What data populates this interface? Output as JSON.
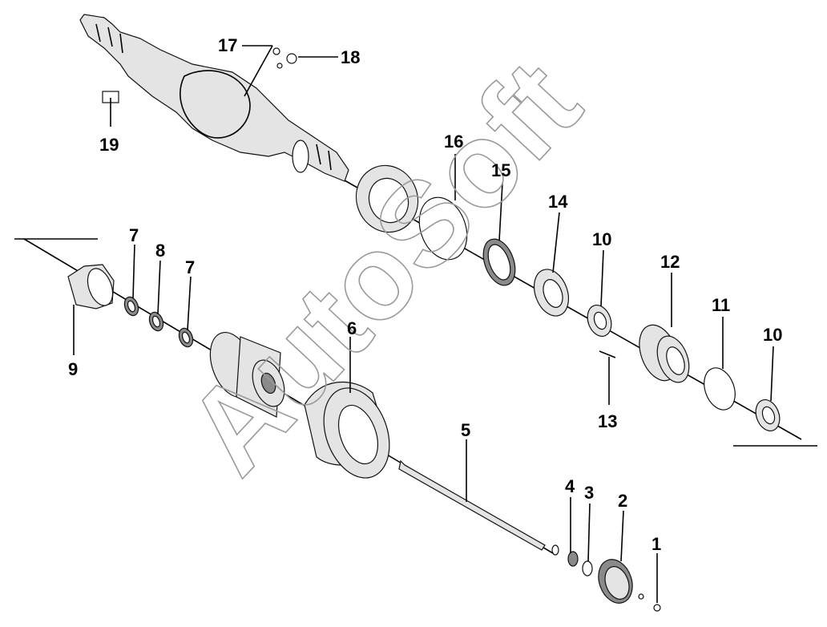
{
  "watermark": "AutoSoft",
  "callouts": {
    "c1": "1",
    "c2": "2",
    "c3": "3",
    "c4": "4",
    "c5": "5",
    "c6": "6",
    "c7a": "7",
    "c7b": "7",
    "c8": "8",
    "c9": "9",
    "c10a": "10",
    "c10b": "10",
    "c11": "11",
    "c12": "12",
    "c13": "13",
    "c14": "14",
    "c15": "15",
    "c16": "16",
    "c17": "17",
    "c18": "18",
    "c19": "19"
  }
}
